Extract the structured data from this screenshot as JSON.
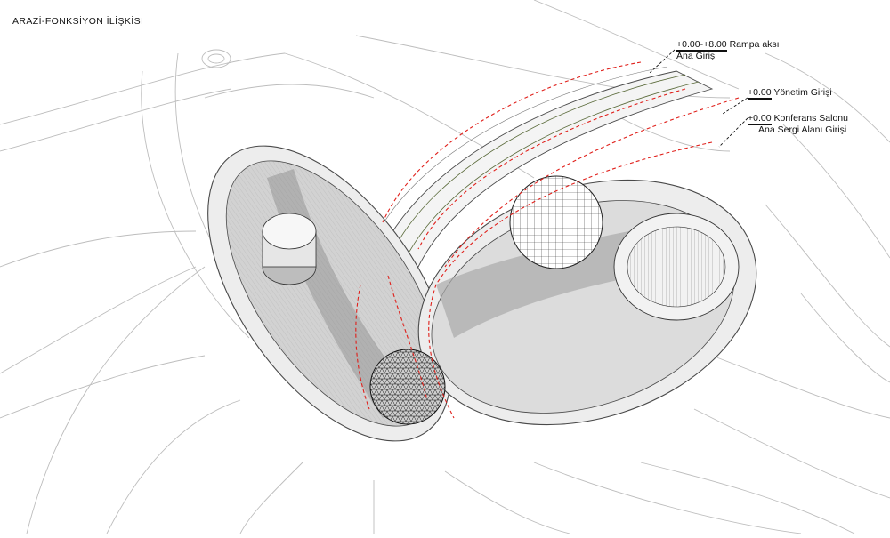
{
  "title": "ARAZİ-FONKSİYON İLİŞKİSİ",
  "annotations": [
    {
      "level": "+0.00-+8.00",
      "text": "Rampa aksı",
      "sub": "Ana Giriş"
    },
    {
      "level": "+0.00",
      "text": "Yönetim Girişi",
      "sub": ""
    },
    {
      "level": "+0.00",
      "text": "Konferans Salonu",
      "sub": "Ana Sergi Alanı Girişi"
    }
  ],
  "colors": {
    "path": "#e0201b",
    "line": "#4a4a4a",
    "shadow": "#a9a9a9",
    "light": "#ededed",
    "ramp": "#5a6a3a"
  }
}
